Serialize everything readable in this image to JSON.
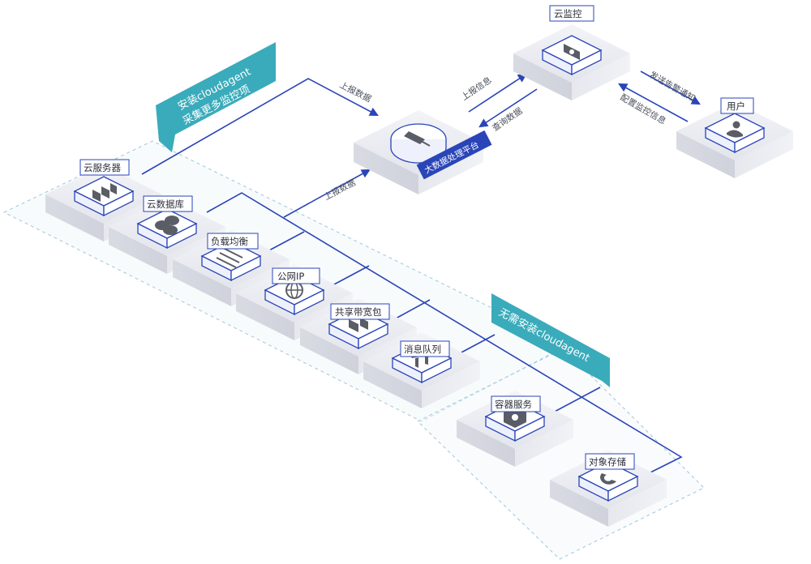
{
  "callouts": {
    "install": [
      "安装cloudagent",
      "采集更多监控项"
    ],
    "no_install": "无需安装cloudagent"
  },
  "platform": {
    "label": "大数据处理平台"
  },
  "nodes": {
    "cloud_monitor": "云监控",
    "user": "用户",
    "cloud_server": "云服务器",
    "cloud_database": "云数据库",
    "load_balancer": "负载均衡",
    "public_ip": "公网IP",
    "shared_bandwidth": "共享带宽包",
    "message_queue": "消息队列",
    "container_service": "容器服务",
    "object_storage": "对象存储"
  },
  "flows": {
    "report_data_top": "上报数据",
    "report_data_mid": "上报数据",
    "report_info": "上报信息",
    "query_data": "查询数据",
    "send_alarm": "发送告警通知",
    "config_monitor": "配置监控信息"
  },
  "colors": {
    "line_blue": "#2a45b8",
    "teal_callout": "#3aabbb",
    "platform_tag": "#2a45b8",
    "block_top": "#eceef3",
    "dashed_region": "#9ec7d8"
  }
}
